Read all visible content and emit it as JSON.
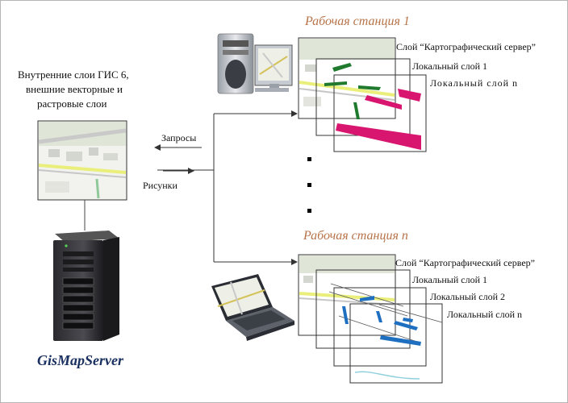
{
  "server": {
    "layers_caption_line1": "Внутренние слои ГИС 6,",
    "layers_caption_line2": "внешние векторные и",
    "layers_caption_line3": "растровые слои",
    "name": "GisMapServer"
  },
  "arrows": {
    "requests": "Запросы",
    "images": "Рисунки"
  },
  "workstation1": {
    "title": "Рабочая станция  1",
    "layers": [
      "Слой “Картографический сервер”",
      "Локальный слой 1",
      "Локальный слой n"
    ]
  },
  "workstation_n": {
    "title": "Рабочая станция  n",
    "layers": [
      "Слой “Картографический сервер”",
      "Локальный слой 1",
      "Локальный слой 2",
      "Локальный  слой  n"
    ]
  },
  "colors": {
    "title_color": "#b8744a",
    "layer_green": "#1f7a2e",
    "layer_magenta": "#d8166f",
    "layer_blue": "#1e6fc0",
    "server_name_color": "#1a3060"
  }
}
